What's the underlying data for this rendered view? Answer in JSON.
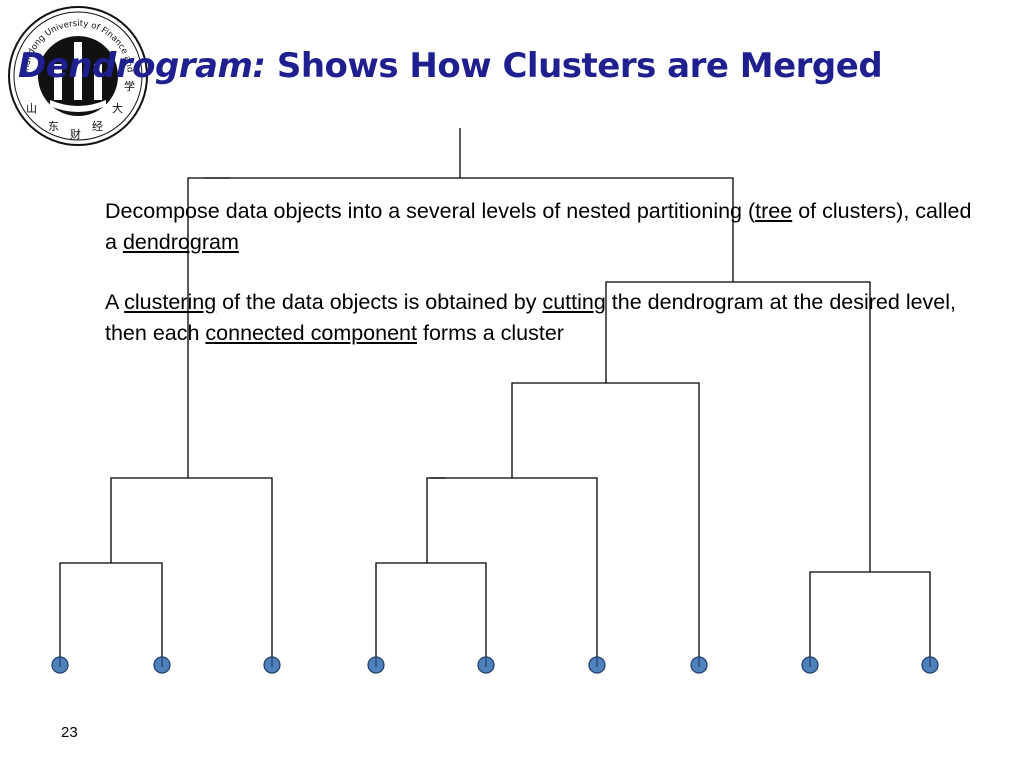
{
  "slide": {
    "title_italic": "Dendrogram:",
    "title_rest": " Shows How Clusters are Merged",
    "page_number": "23"
  },
  "logo": {
    "text": "Shandong University of Finance and Economics"
  },
  "paragraph1": {
    "t1": "Decompose data objects into a several levels of nested partitioning (",
    "tree": "tree",
    "t2": " of clusters), called a ",
    "dendrogram": "dendrogram"
  },
  "paragraph2": {
    "t1": "A ",
    "clustering": "clustering",
    "t2": " of the data objects is obtained by ",
    "cutting": "cutting",
    "t3": " the dendrogram at the desired level, then each ",
    "connected_component": "connected component",
    "t4": " forms a cluster"
  },
  "colors": {
    "title": "#1f1f8f",
    "leaf_fill": "#4f81bd",
    "line": "#000000"
  }
}
